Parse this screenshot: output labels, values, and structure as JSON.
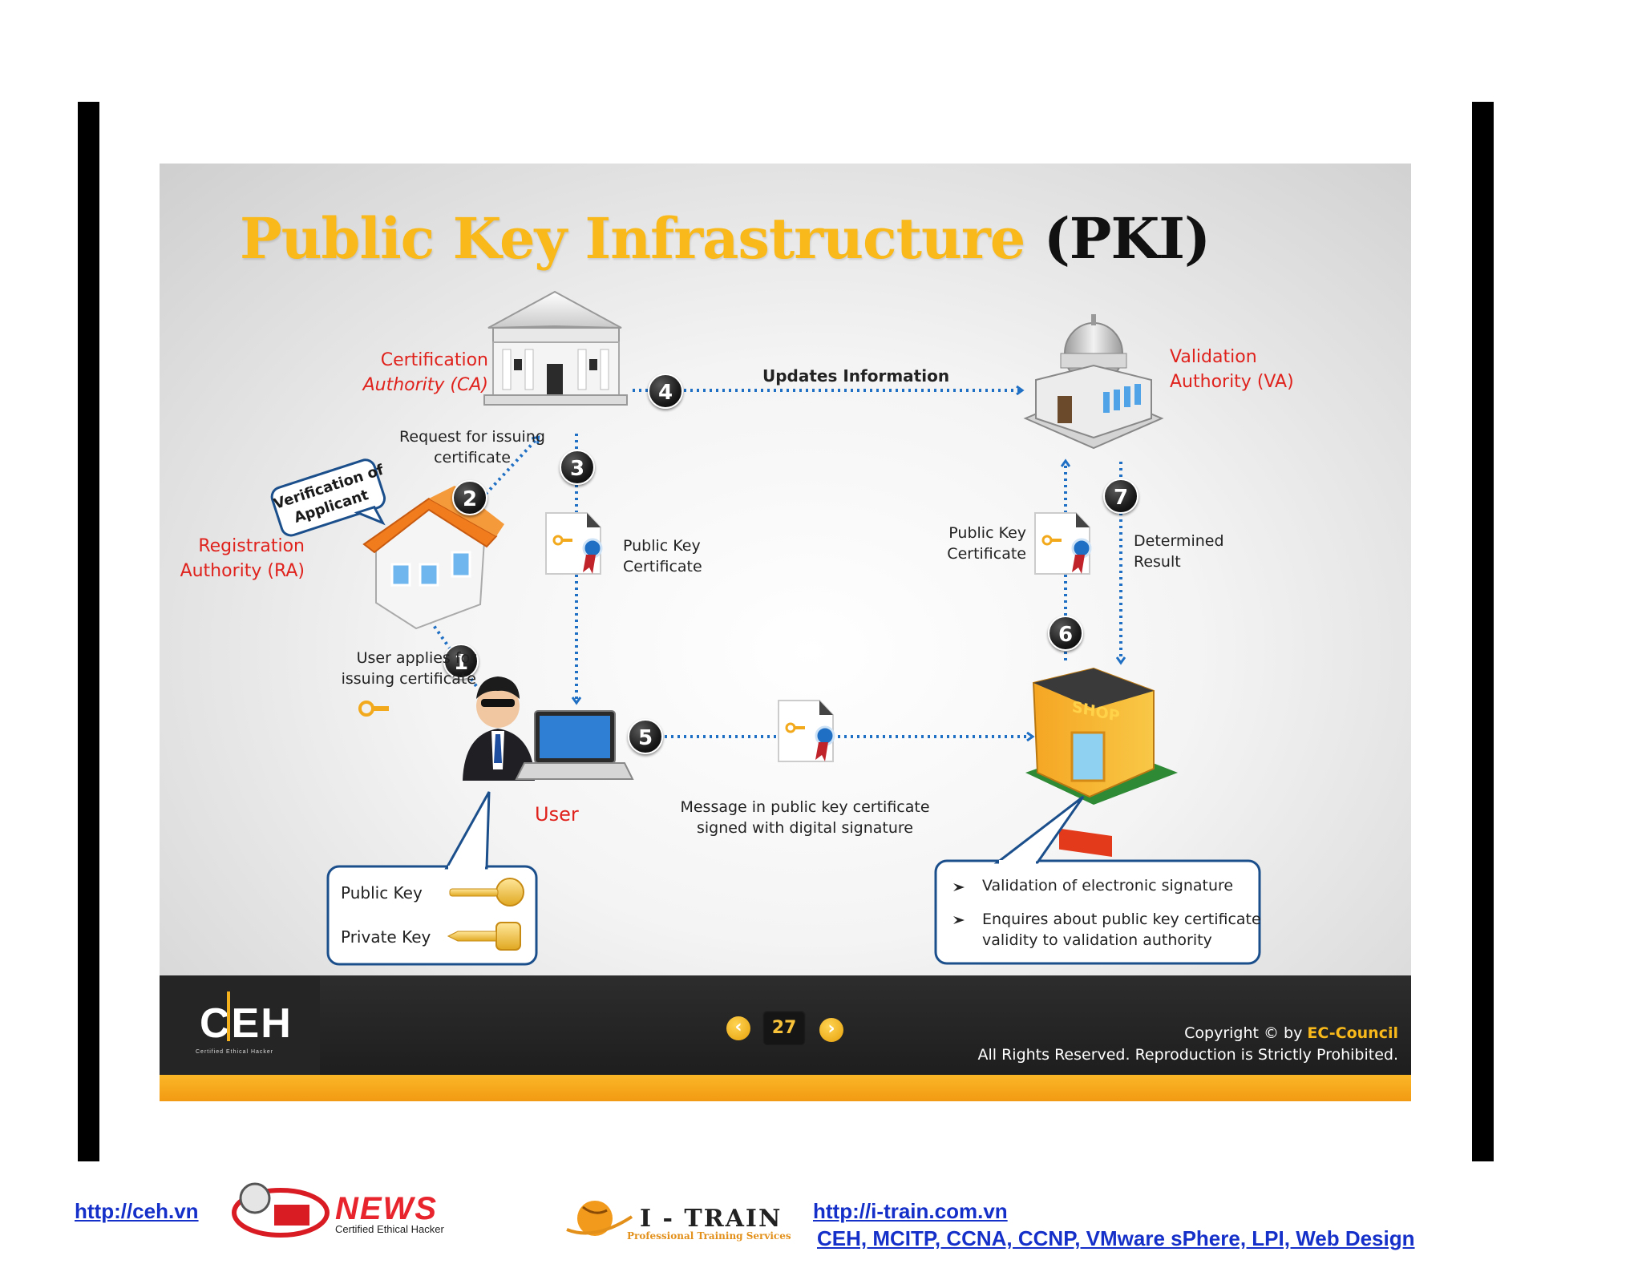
{
  "slide": {
    "title_main": "Public Key Infrastructure",
    "title_abbr": "(PKI)"
  },
  "entities": {
    "ca": {
      "line1": "Certification",
      "line2": "Authority (CA)"
    },
    "va": {
      "line1": "Validation",
      "line2": "Authority (VA)"
    },
    "ra": {
      "line1": "Registration",
      "line2": "Authority (RA)"
    },
    "user": "User",
    "shop_sign": "SHOP",
    "ra_bubble_line1": "Verification of",
    "ra_bubble_line2": "Applicant"
  },
  "steps": [
    {
      "number": "1",
      "line1": "User applies for",
      "line2": "issuing certificate"
    },
    {
      "number": "2",
      "line1": "Request for issuing",
      "line2": "certificate"
    },
    {
      "number": "3",
      "line1": "Public Key",
      "line2": "Certificate"
    },
    {
      "number": "4",
      "line1": "Updates Information"
    },
    {
      "number": "5",
      "line1": "Message in public key certificate",
      "line2": "signed with digital signature"
    },
    {
      "number": "6",
      "line1": "Public Key",
      "line2": "Certificate"
    },
    {
      "number": "7",
      "line1": "Determined",
      "line2": "Result"
    }
  ],
  "user_keys": {
    "public": "Public Key",
    "private": "Private Key"
  },
  "shop_actions": [
    "Validation of electronic signature",
    "Enquires about public key certificate",
    "validity to validation authority"
  ],
  "footer": {
    "logo": "CEH",
    "logo_sub": "Certified   Ethical   Hacker",
    "page_number": "27",
    "prev": "‹",
    "next": "›",
    "copyright_prefix": "Copyright © by ",
    "copyright_brand": "EC-Council",
    "rights": "All Rights Reserved. Reproduction is Strictly Prohibited."
  },
  "page_footer": {
    "link1": "http://ceh.vn",
    "news_word": "NEWS",
    "news_sub": "Certified Ethical Hacker",
    "itrain_word": "I - TRAIN",
    "itrain_sub": "Professional Training Services",
    "link2": "http://i-train.com.vn",
    "courses": "CEH, MCITP, CCNA, CCNP, VMware sPhere, LPI, Web Design"
  },
  "colors": {
    "title_orange": "#f9b91a",
    "entity_red": "#e0221d",
    "arrow_blue": "#1f6fc4",
    "link_blue": "#1530c9"
  }
}
